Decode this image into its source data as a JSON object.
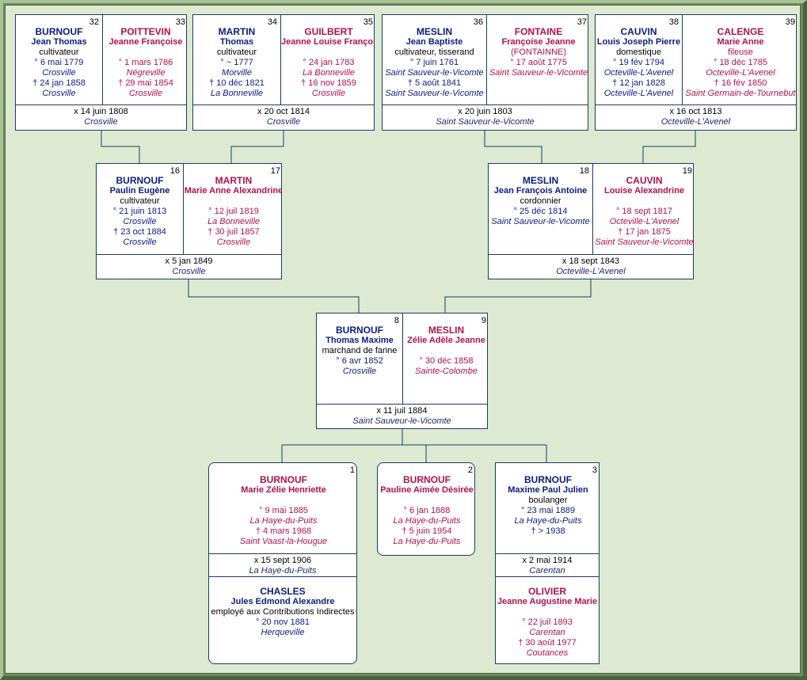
{
  "persons": {
    "p32": {
      "num": "32",
      "surname": "BURNOUF",
      "given": "Jean Thomas",
      "occupation": "cultivateur",
      "birth": "° 6 mai 1779",
      "birth_place": "Crosville",
      "death": "† 24 jan 1858",
      "death_place": "Crosville"
    },
    "p33": {
      "num": "33",
      "surname": "POITTEVIN",
      "given": "Jeanne Françoise",
      "birth": "° 1 mars 1786",
      "birth_place": "Négreville",
      "death": "† 29 mai 1854",
      "death_place": "Crosville"
    },
    "p34": {
      "num": "34",
      "surname": "MARTIN",
      "given": "Thomas",
      "occupation": "cultivateur",
      "birth": "° ~ 1777",
      "birth_place": "Morville",
      "death": "† 10 déc 1821",
      "death_place": "La Bonneville"
    },
    "p35": {
      "num": "35",
      "surname": "GUILBERT",
      "given": "Jeanne Louise Françoise",
      "birth": "° 24 jan 1783",
      "birth_place": "La Bonneville",
      "death": "† 16 nov 1859",
      "death_place": "Crosville"
    },
    "p36": {
      "num": "36",
      "surname": "MESLIN",
      "given": "Jean Baptiste",
      "occupation": "cultivateur, tisserand",
      "birth": "° 7 juin 1761",
      "birth_place": "Saint Sauveur-le-Vicomte",
      "death": "† 5 août 1841",
      "death_place": "Saint Sauveur-le-Vicomte"
    },
    "p37": {
      "num": "37",
      "surname": "FONTAINE",
      "given": "Françoise Jeanne",
      "alias": "(FONTAINNE)",
      "birth": "° 17 août 1775",
      "birth_place": "Saint Sauveur-le-Vicomte"
    },
    "p38": {
      "num": "38",
      "surname": "CAUVIN",
      "given": "Louis Joseph Pierre",
      "occupation": "domestique",
      "birth": "° 19 fév 1794",
      "birth_place": "Octeville-L'Avenel",
      "death": "† 12 jan 1828",
      "death_place": "Octeville-L'Avenel"
    },
    "p39": {
      "num": "39",
      "surname": "CALENGE",
      "given": "Marie Anne",
      "occupation": "fileuse",
      "birth": "° 18 déc 1785",
      "birth_place": "Octeville-L'Avenel",
      "death": "† 16 fév 1850",
      "death_place": "Saint Germain-de-Tournebut"
    },
    "p16": {
      "num": "16",
      "surname": "BURNOUF",
      "given": "Paulin Eugène",
      "occupation": "cultivateur",
      "birth": "° 21 juin 1813",
      "birth_place": "Crosville",
      "death": "† 23 oct 1884",
      "death_place": "Crosville"
    },
    "p17": {
      "num": "17",
      "surname": "MARTIN",
      "given": "Marie Anne Alexandrine",
      "birth": "° 12 juil 1819",
      "birth_place": "La Bonneville",
      "death": "† 30 juil 1857",
      "death_place": "Crosville"
    },
    "p18": {
      "num": "18",
      "surname": "MESLIN",
      "given": "Jean François Antoine",
      "occupation": "cordonnier",
      "birth": "° 25 déc 1814",
      "birth_place": "Saint Sauveur-le-Vicomte"
    },
    "p19": {
      "num": "19",
      "surname": "CAUVIN",
      "given": "Louise Alexandrine",
      "birth": "° 18 sept 1817",
      "birth_place": "Octeville-L'Avenel",
      "death": "† 17 jan 1875",
      "death_place": "Saint Sauveur-le-Vicomte"
    },
    "p8": {
      "num": "8",
      "surname": "BURNOUF",
      "given": "Thomas Maxime",
      "occupation": "marchand de farine",
      "birth": "° 6 avr 1852",
      "birth_place": "Crosville"
    },
    "p9": {
      "num": "9",
      "surname": "MESLIN",
      "given": "Zélie Adèle Jeanne",
      "birth": "° 30 déc 1858",
      "birth_place": "Sainte-Colombe"
    },
    "c1": {
      "num": "1",
      "surname": "BURNOUF",
      "given": "Marie Zélie Henriette",
      "birth": "° 9 mai 1885",
      "birth_place": "La Haye-du-Puits",
      "death": "† 4 mars 1968",
      "death_place": "Saint Vaast-la-Hougue"
    },
    "c2": {
      "num": "2",
      "surname": "BURNOUF",
      "given": "Pauline Aimée Désirée",
      "birth": "° 6 jan 1888",
      "birth_place": "La Haye-du-Puits",
      "death": "† 5 juin 1954",
      "death_place": "La Haye-du-Puits"
    },
    "c3": {
      "num": "3",
      "surname": "BURNOUF",
      "given": "Maxime Paul Julien",
      "occupation": "boulanger",
      "birth": "° 23 mai 1889",
      "birth_place": "La Haye-du-Puits",
      "death": "† > 1938"
    },
    "s1": {
      "surname": "CHASLES",
      "given": "Jules Edmond Alexandre",
      "occupation": "employé aux Contributions Indirectes",
      "birth": "° 20 nov 1881",
      "birth_place": "Herqueville"
    },
    "s3": {
      "surname": "OLIVIER",
      "given": "Jeanne Augustine Marie",
      "birth": "° 22 juil 1893",
      "birth_place": "Carentan",
      "death": "† 30 août 1977",
      "death_place": "Coutances"
    }
  },
  "marriages": {
    "m32": {
      "date": "x 14 juin 1808",
      "place": "Crosville"
    },
    "m34": {
      "date": "x 20 oct 1814",
      "place": "Crosville"
    },
    "m36": {
      "date": "x 20 juin 1803",
      "place": "Saint Sauveur-le-Vicomte"
    },
    "m38": {
      "date": "x 16 oct 1813",
      "place": "Octeville-L'Avenel"
    },
    "m16": {
      "date": "x 5 jan 1849",
      "place": "Crosville"
    },
    "m18": {
      "date": "x 18 sept 1843",
      "place": "Octeville-L'Avenel"
    },
    "m8": {
      "date": "x 11 juil 1884",
      "place": "Saint Sauveur-le-Vicomte"
    },
    "mc1": {
      "date": "x 15 sept 1906",
      "place": "La Haye-du-Puits"
    },
    "mc3": {
      "date": "x 2 mai 1914",
      "place": "Carentan"
    }
  },
  "colors": {
    "male": "#0c1c82",
    "female": "#b4104e",
    "line": "#1d3a66",
    "background": "#dde9d1"
  }
}
